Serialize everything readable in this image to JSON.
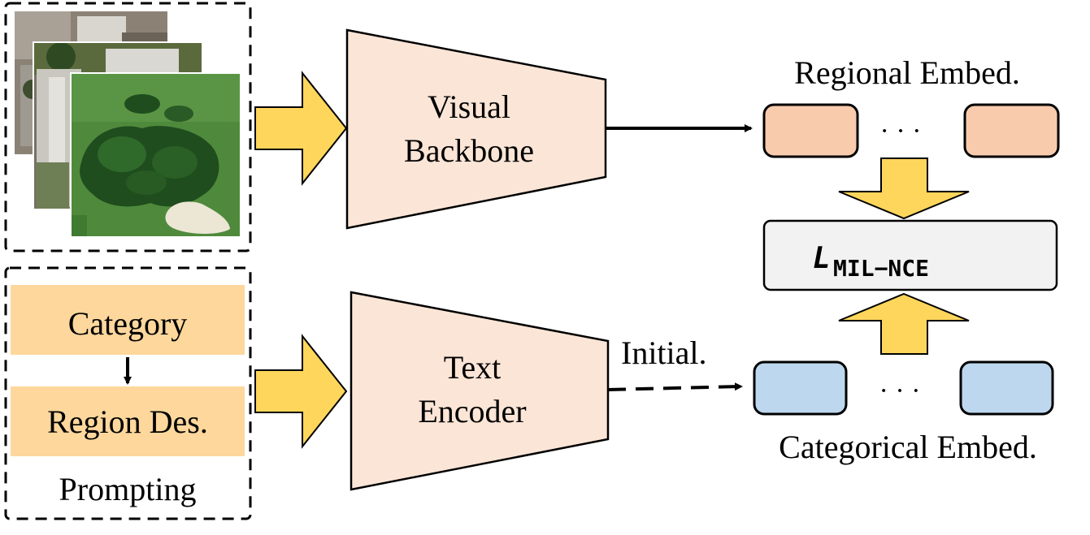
{
  "labels": {
    "visual_backbone_line1": "Visual",
    "visual_backbone_line2": "Backbone",
    "text_encoder_line1": "Text",
    "text_encoder_line2": "Encoder",
    "regional_embed": "Regional Embed.",
    "categorical_embed": "Categorical Embed.",
    "initial": "Initial.",
    "loss_symbol": "L",
    "loss_subscript": "MIL−NCE",
    "ellipsis": "· · ·"
  },
  "prompting": {
    "category": "Category",
    "region_des": "Region Des.",
    "title": "Prompting"
  },
  "colors": {
    "encoder_fill": "#fbe5d6",
    "prompt_fill": "#fdd79c",
    "arrow_fill": "#ffd65c",
    "regional_fill": "#f8cbad",
    "categorical_fill": "#bdd7ee",
    "loss_fill": "#f2f2f2",
    "stroke": "#000000",
    "grass": "#4f8a3c",
    "tree": "#1f4d1e",
    "sand": "#ece6d4",
    "roof": "#d7d7d2",
    "pavement": "#8a7e6c"
  }
}
